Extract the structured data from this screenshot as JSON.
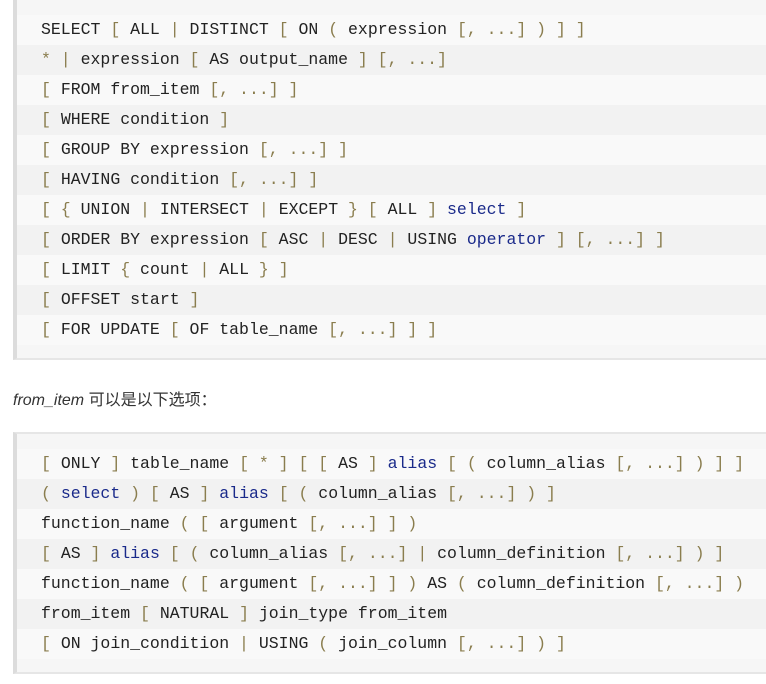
{
  "blocks": [
    {
      "lines": [
        [
          [
            "t",
            "SELECT "
          ],
          [
            "p",
            "[ "
          ],
          [
            "t",
            "ALL "
          ],
          [
            "p",
            "| "
          ],
          [
            "t",
            "DISTINCT "
          ],
          [
            "p",
            "[ "
          ],
          [
            "t",
            "ON "
          ],
          [
            "p",
            "( "
          ],
          [
            "t",
            "expression "
          ],
          [
            "p",
            "[, ...] ) ] ]"
          ]
        ],
        [
          [
            "p",
            "* | "
          ],
          [
            "t",
            "expression "
          ],
          [
            "p",
            "[ "
          ],
          [
            "t",
            "AS output_name "
          ],
          [
            "p",
            "] [, ...]"
          ]
        ],
        [
          [
            "p",
            "[ "
          ],
          [
            "t",
            "FROM from_item "
          ],
          [
            "p",
            "[, ...] ]"
          ]
        ],
        [
          [
            "p",
            "[ "
          ],
          [
            "t",
            "WHERE condition "
          ],
          [
            "p",
            "]"
          ]
        ],
        [
          [
            "p",
            "[ "
          ],
          [
            "t",
            "GROUP BY expression "
          ],
          [
            "p",
            "[, ...] ]"
          ]
        ],
        [
          [
            "p",
            "[ "
          ],
          [
            "t",
            "HAVING condition "
          ],
          [
            "p",
            "[, ...] ]"
          ]
        ],
        [
          [
            "p",
            "[ { "
          ],
          [
            "t",
            "UNION "
          ],
          [
            "p",
            "| "
          ],
          [
            "t",
            "INTERSECT "
          ],
          [
            "p",
            "| "
          ],
          [
            "t",
            "EXCEPT "
          ],
          [
            "p",
            "} [ "
          ],
          [
            "t",
            "ALL "
          ],
          [
            "p",
            "] "
          ],
          [
            "k",
            "select "
          ],
          [
            "p",
            "]"
          ]
        ],
        [
          [
            "p",
            "[ "
          ],
          [
            "t",
            "ORDER BY expression "
          ],
          [
            "p",
            "[ "
          ],
          [
            "t",
            "ASC "
          ],
          [
            "p",
            "| "
          ],
          [
            "t",
            "DESC "
          ],
          [
            "p",
            "| "
          ],
          [
            "t",
            "USING "
          ],
          [
            "k",
            "operator "
          ],
          [
            "p",
            "] [, ...] ]"
          ]
        ],
        [
          [
            "p",
            "[ "
          ],
          [
            "t",
            "LIMIT "
          ],
          [
            "p",
            "{ "
          ],
          [
            "t",
            "count "
          ],
          [
            "p",
            "| "
          ],
          [
            "t",
            "ALL "
          ],
          [
            "p",
            "} ]"
          ]
        ],
        [
          [
            "p",
            "[ "
          ],
          [
            "t",
            "OFFSET start "
          ],
          [
            "p",
            "]"
          ]
        ],
        [
          [
            "p",
            "[ "
          ],
          [
            "t",
            "FOR UPDATE "
          ],
          [
            "p",
            "[ "
          ],
          [
            "t",
            "OF table_name "
          ],
          [
            "p",
            "[, ...] ] ]"
          ]
        ]
      ]
    },
    {
      "lines": [
        [
          [
            "p",
            "[ "
          ],
          [
            "t",
            "ONLY "
          ],
          [
            "p",
            "] "
          ],
          [
            "t",
            "table_name "
          ],
          [
            "p",
            "[ * ] [ [ "
          ],
          [
            "t",
            "AS "
          ],
          [
            "p",
            "] "
          ],
          [
            "k",
            "alias "
          ],
          [
            "p",
            "[ ( "
          ],
          [
            "t",
            "column_alias "
          ],
          [
            "p",
            "[, ...] ) ] ]"
          ]
        ],
        [
          [
            "p",
            "( "
          ],
          [
            "k",
            "select "
          ],
          [
            "p",
            ") [ "
          ],
          [
            "t",
            "AS "
          ],
          [
            "p",
            "] "
          ],
          [
            "k",
            "alias "
          ],
          [
            "p",
            "[ ( "
          ],
          [
            "t",
            "column_alias "
          ],
          [
            "p",
            "[, ...] ) ]"
          ]
        ],
        [
          [
            "t",
            "function_name "
          ],
          [
            "p",
            "( [ "
          ],
          [
            "t",
            "argument "
          ],
          [
            "p",
            "[, ...] ] )"
          ]
        ],
        [
          [
            "p",
            "[ "
          ],
          [
            "t",
            "AS "
          ],
          [
            "p",
            "] "
          ],
          [
            "k",
            "alias "
          ],
          [
            "p",
            "[ ( "
          ],
          [
            "t",
            "column_alias "
          ],
          [
            "p",
            "[, ...] | "
          ],
          [
            "t",
            "column_definition "
          ],
          [
            "p",
            "[, ...] ) ]"
          ]
        ],
        [
          [
            "t",
            "function_name "
          ],
          [
            "p",
            "( [ "
          ],
          [
            "t",
            "argument "
          ],
          [
            "p",
            "[, ...] ] ) "
          ],
          [
            "t",
            "AS "
          ],
          [
            "p",
            "( "
          ],
          [
            "t",
            "column_definition "
          ],
          [
            "p",
            "[, ...] )"
          ]
        ],
        [
          [
            "t",
            "from_item "
          ],
          [
            "p",
            "[ "
          ],
          [
            "t",
            "NATURAL "
          ],
          [
            "p",
            "] "
          ],
          [
            "t",
            "join_type from_item"
          ]
        ],
        [
          [
            "p",
            "[ "
          ],
          [
            "t",
            "ON join_condition "
          ],
          [
            "p",
            "| "
          ],
          [
            "t",
            "USING "
          ],
          [
            "p",
            "( "
          ],
          [
            "t",
            "join_column "
          ],
          [
            "p",
            "[, ...] ) ]"
          ]
        ]
      ]
    }
  ],
  "caption": {
    "term": "from_item",
    "text": " 可以是以下选项："
  }
}
